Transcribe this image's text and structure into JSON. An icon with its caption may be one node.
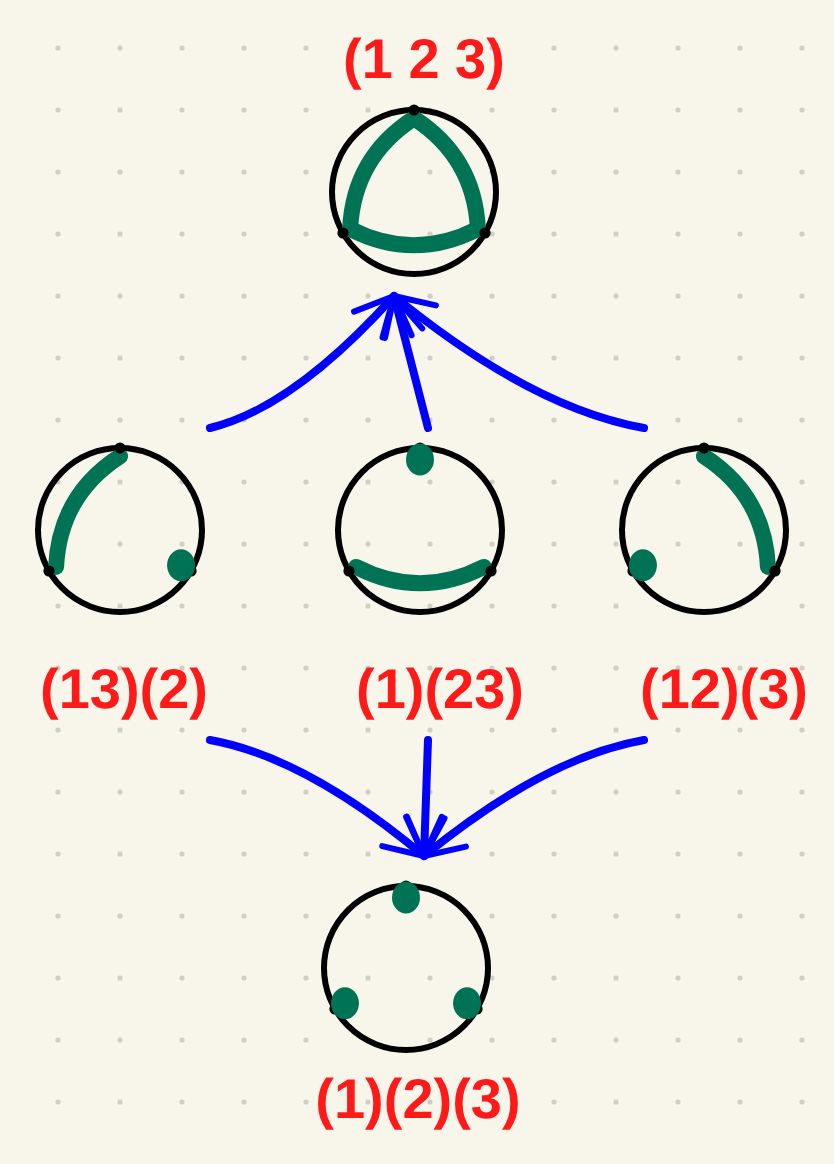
{
  "diagram": {
    "nodes": [
      {
        "text": [
          "(1 2 3)"
        ]
      },
      {
        "text": [
          "(13)(2)"
        ]
      },
      {
        "text": [
          "(1)(23)"
        ]
      },
      {
        "text": [
          "(12)(3)"
        ]
      },
      {
        "text": [
          "(1)(2)(3)"
        ]
      }
    ],
    "edges": [
      {
        "from": 1,
        "to": 0,
        "arrow": "to"
      },
      {
        "from": 2,
        "to": 0,
        "arrow": "to"
      },
      {
        "from": 3,
        "to": 0,
        "arrow": "to"
      },
      {
        "from": 1,
        "to": 4,
        "arrow": "to"
      },
      {
        "from": 2,
        "to": 4,
        "arrow": "to"
      },
      {
        "from": 3,
        "to": 4,
        "arrow": "to"
      }
    ]
  }
}
